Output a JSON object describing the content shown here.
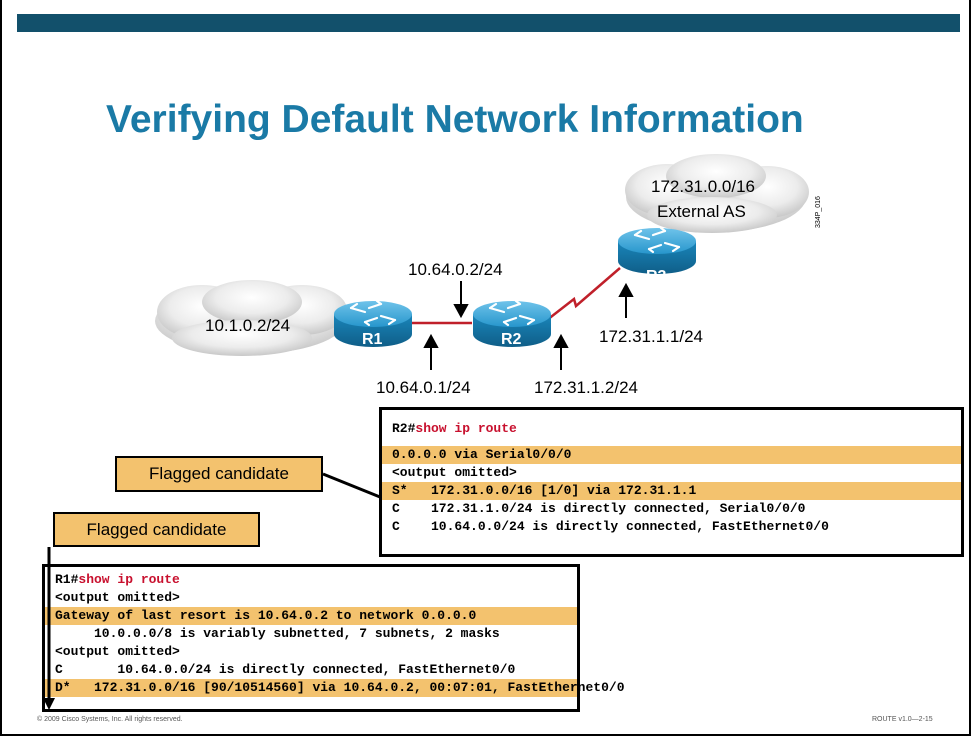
{
  "title": "Verifying Default Network Information",
  "colors": {
    "topbar": "#12506b",
    "title": "#1a7aa6",
    "highlight": "#f3c26e",
    "router": "#1a8bc0",
    "link": "#c0202a",
    "command": "#c8102e"
  },
  "clouds": {
    "left": "10.1.0.2/24",
    "external_line1": "172.31.0.0/16",
    "external_line2": "External AS"
  },
  "routers": {
    "r1": "R1",
    "r2": "R2",
    "r3": "R3"
  },
  "ip_labels": {
    "r2_fa": "10.64.0.2/24",
    "r1_fa": "10.64.0.1/24",
    "r2_serial": "172.31.1.2/24",
    "r3_serial": "172.31.1.1/24"
  },
  "figure_id": "334P_016",
  "callouts": {
    "first": "Flagged candidate",
    "second": "Flagged candidate"
  },
  "r2_output": {
    "prompt": "R2#",
    "command": "show ip route",
    "lines": [
      "0.0.0.0 via Serial0/0/0",
      "<output omitted>",
      "S*   172.31.0.0/16 [1/0] via 172.31.1.1",
      "C    172.31.1.0/24 is directly connected, Serial0/0/0",
      "C    10.64.0.0/24 is directly connected, FastEthernet0/0"
    ]
  },
  "r1_output": {
    "prompt": "R1#",
    "command": "show ip route",
    "lines": [
      "<output omitted>",
      "Gateway of last resort is 10.64.0.2 to network 0.0.0.0",
      "     10.0.0.0/8 is variably subnetted, 7 subnets, 2 masks",
      "<output omitted>",
      "C       10.64.0.0/24 is directly connected, FastEthernet0/0",
      "D*   172.31.0.0/16 [90/10514560] via 10.64.0.2, 00:07:01, FastEthernet0/0"
    ]
  },
  "footer": {
    "copyright": "© 2009 Cisco Systems, Inc. All rights reserved.",
    "course": "ROUTE v1.0—2-15"
  }
}
